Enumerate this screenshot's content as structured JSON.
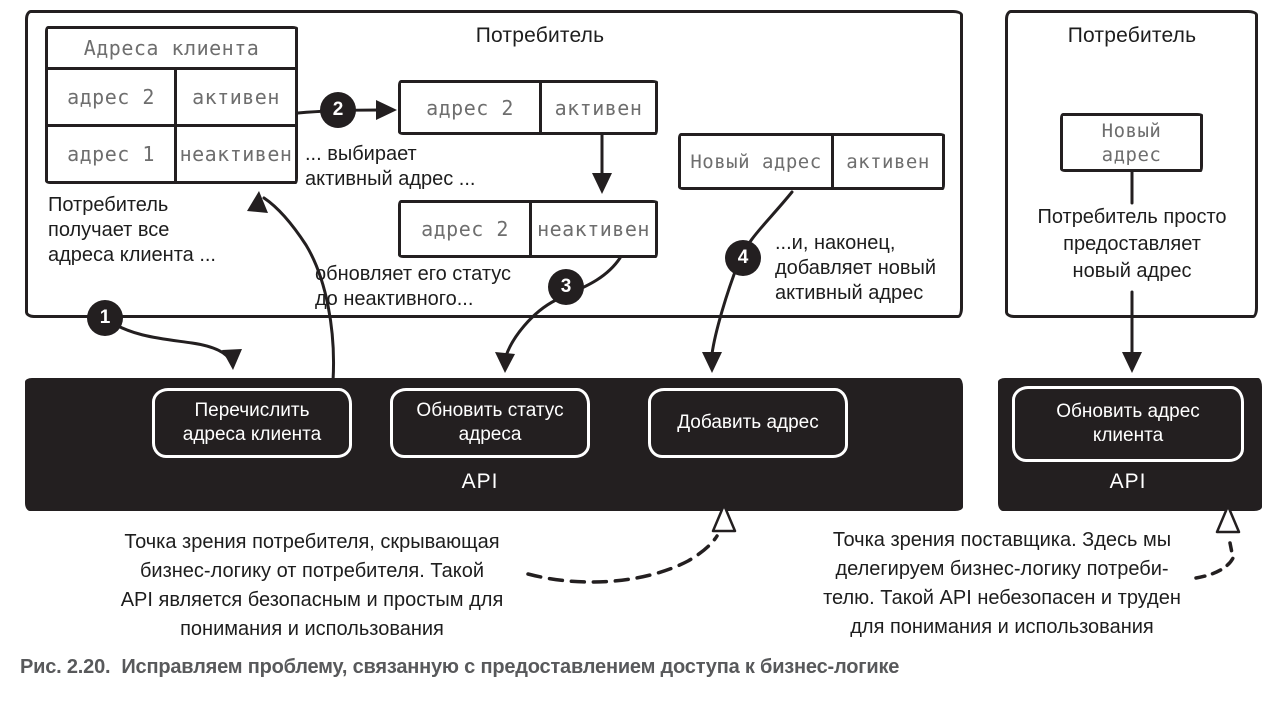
{
  "consumer_panel": {
    "title": "Потребитель",
    "addresses_table": {
      "header": "Адреса клиента",
      "rows": [
        {
          "address": "адрес 2",
          "status": "активен"
        },
        {
          "address": "адрес 1",
          "status": "неактивен"
        }
      ]
    },
    "selected_row": {
      "address": "адрес 2",
      "status": "активен"
    },
    "updated_row": {
      "address": "адрес 2",
      "status": "неактивен"
    },
    "new_row": {
      "address": "Новый адрес",
      "status": "активен"
    },
    "steps": [
      "1",
      "2",
      "3",
      "4"
    ],
    "note_get_all": "Потребитель\nполучает все\nадреса клиента ...",
    "note_select": "... выбирает\nактивный адрес ...",
    "note_update": "обновляет его статус\nдо неактивного...",
    "note_add": "...и, наконец,\nдобавляет новый\nактивный адрес"
  },
  "provider_panel": {
    "title": "Потребитель",
    "new_address_label": "Новый\nадрес",
    "note": "Потребитель просто\nпредоставляет\nновый адрес"
  },
  "api_consumer_view": {
    "label": "API",
    "buttons": [
      "Перечислить\nадреса клиента",
      "Обновить статус\nадреса",
      "Добавить адрес"
    ]
  },
  "api_provider_view": {
    "label": "API",
    "buttons": [
      "Обновить адрес\nклиента"
    ]
  },
  "annotations": {
    "consumer_view_note": "Точка зрения потребителя, скрывающая\nбизнес-логику от потребителя. Такой\nAPI является безопасным и простым для\nпонимания и использования",
    "provider_view_note": "Точка зрения поставщика. Здесь мы\nделегируем бизнес-логику потреби-\nтелю. Такой API небезопасен и труден\nдля понимания и использования"
  },
  "figure_caption": {
    "label": "Рис. 2.20.",
    "text": "Исправляем проблему, связанную с предоставлением доступа к бизнес-логике"
  },
  "colors": {
    "ink": "#231f20",
    "table_text": "#6e6e6e",
    "caption_text": "#58595b"
  }
}
